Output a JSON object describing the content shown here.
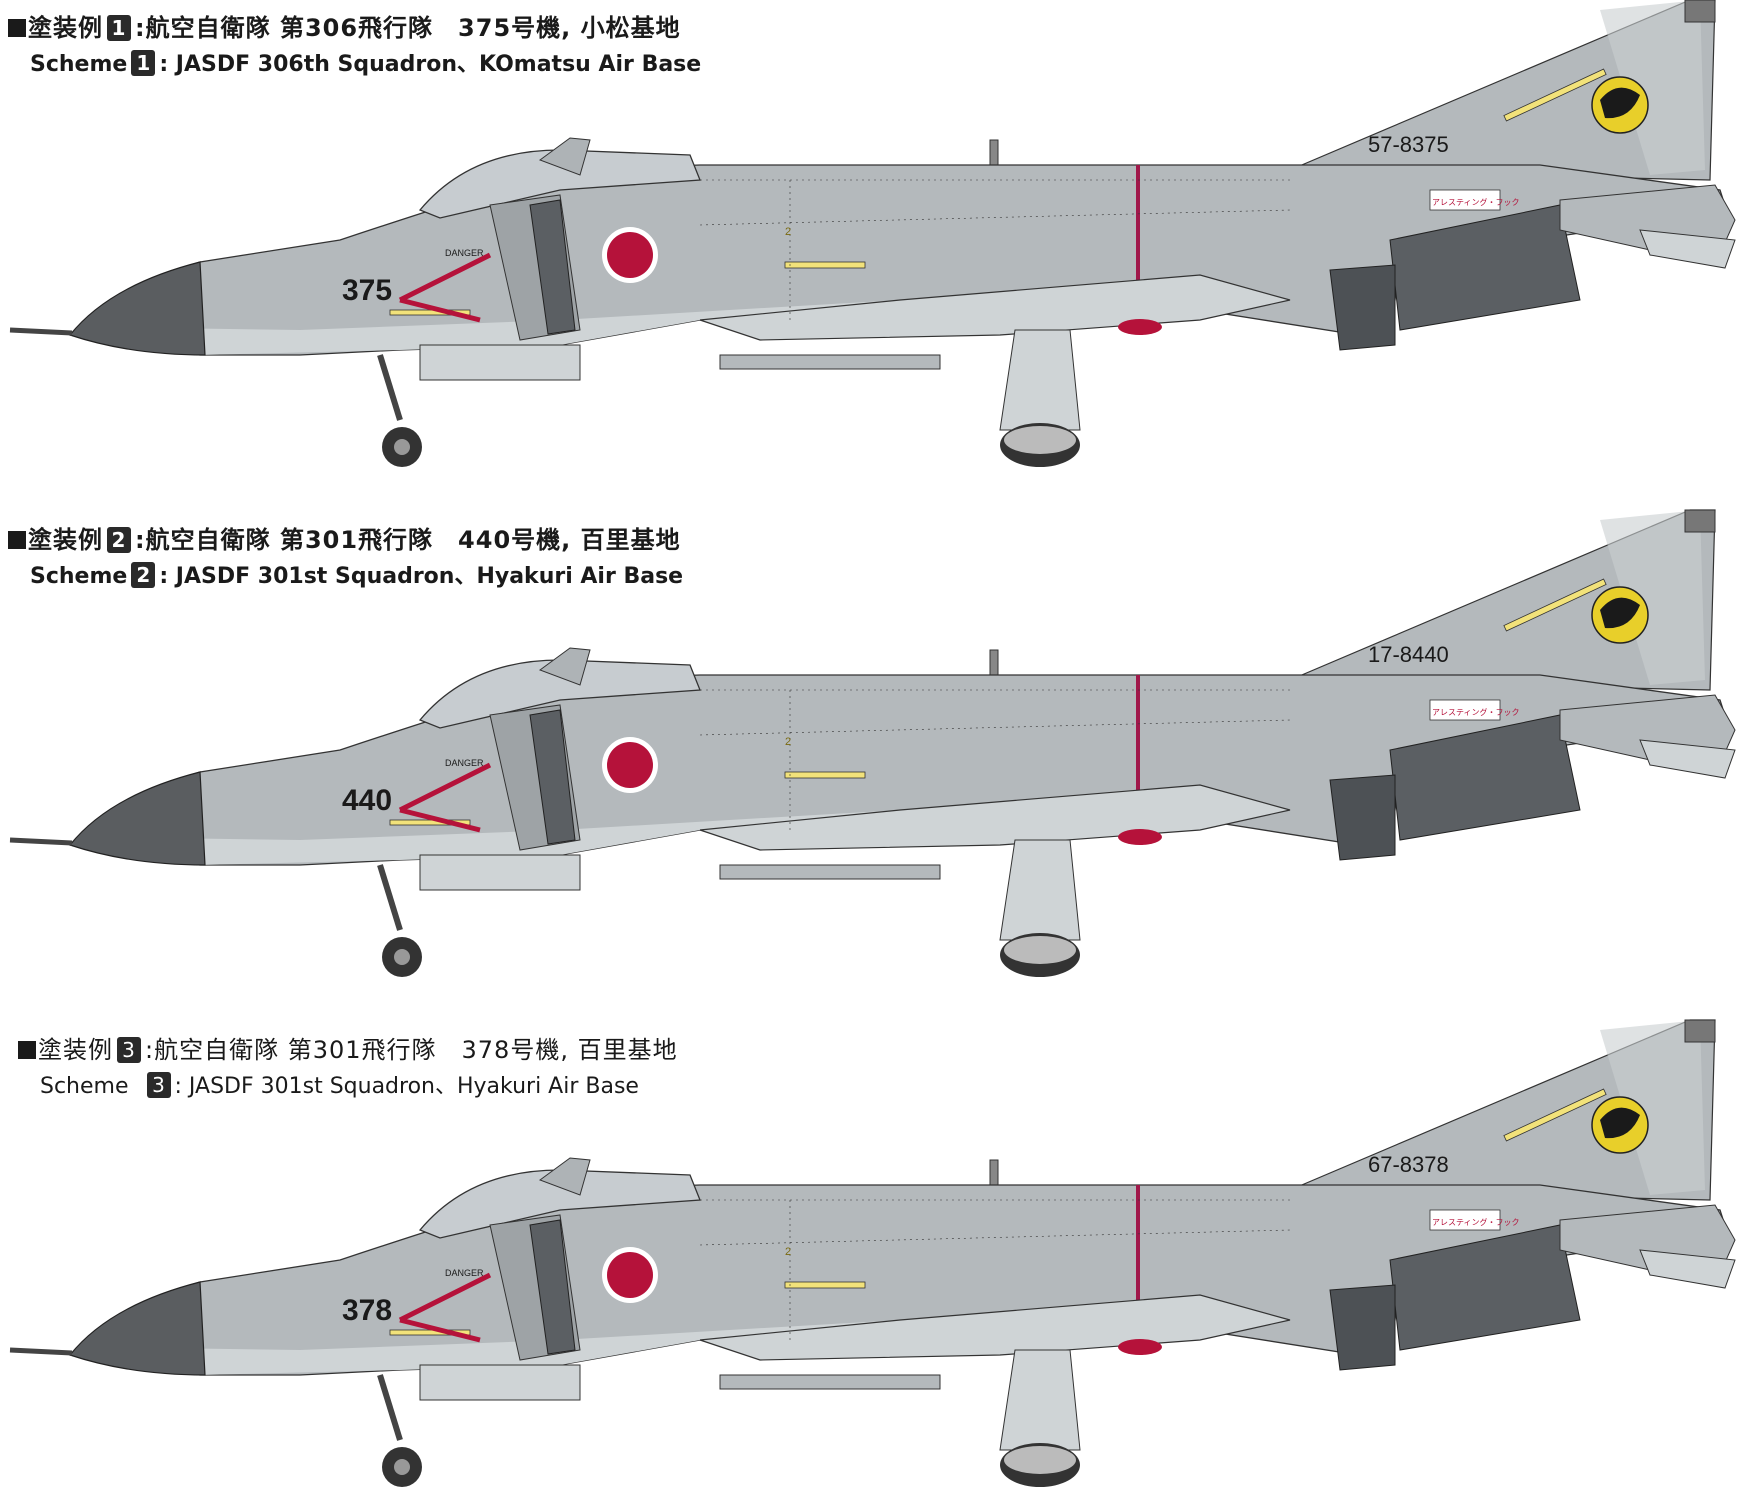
{
  "schemes": [
    {
      "jp_prefix": "塗装例",
      "number": "1",
      "jp_text": ":航空自衛隊 第306飛行隊　375号機, 小松基地",
      "en_prefix": "Scheme",
      "en_text": ":  JASDF 306th Squadron、KOmatsu Air Base",
      "nose_number": "375",
      "tail_number": "57-8375",
      "tail_emblem": "eagle-emblem"
    },
    {
      "jp_prefix": "塗装例",
      "number": "2",
      "jp_text": ":航空自衛隊 第301飛行隊　440号機, 百里基地",
      "en_prefix": "Scheme",
      "en_text": ":  JASDF 301st Squadron、Hyakuri Air Base",
      "nose_number": "440",
      "tail_number": "17-8440",
      "tail_emblem": "frog-emblem"
    },
    {
      "jp_prefix": "塗装例",
      "number": "3",
      "jp_text": ":航空自衛隊 第301飛行隊　378号機,  百里基地",
      "en_prefix": "Scheme",
      "en_text": ":  JASDF 301st Squadron、Hyakuri Air Base",
      "nose_number": "378",
      "tail_number": "67-8378",
      "tail_emblem": "frog-emblem"
    }
  ],
  "stencils": {
    "danger": "DANGER",
    "arresting_hook": "アレスティング・フック",
    "panel_digit": "2"
  },
  "colors": {
    "fuselage": "#b4b9bc",
    "fuselage_light": "#cfd4d6",
    "radome": "#5a5d60",
    "hinomaru": "#b5123a",
    "stripe": "#a0174a",
    "stencil_yellow": "#f2e27a",
    "emblem_yellow": "#e8cf2a",
    "dark_panel": "#5b5f63"
  }
}
